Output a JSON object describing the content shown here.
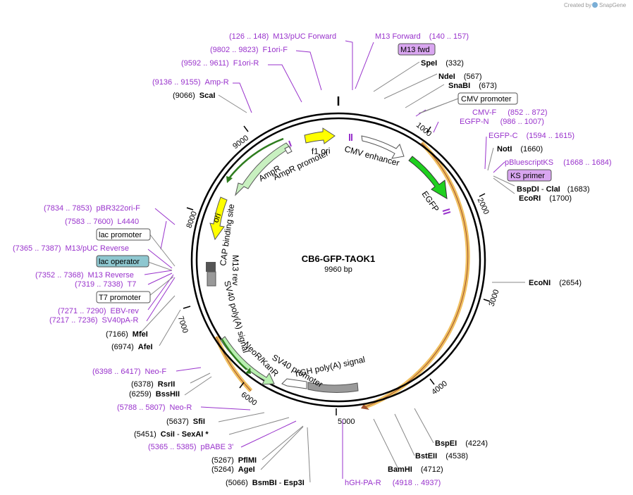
{
  "plasmid": {
    "name": "CB6-GFP-TAOK1",
    "length": "9960 bp"
  },
  "brand": {
    "created_by": "Created by",
    "app": "SnapGene"
  },
  "colors": {
    "primer": "#9933cc",
    "egfp": "#1fd01f",
    "ampr": "#c8f0c0",
    "ori": "#ffff00",
    "f1ori": "#ffff00",
    "cmv": "#ffffff",
    "polya": "#9a9a9a",
    "neor": "#b8f0b0",
    "orange_arc": "#f0c060",
    "lac_operator": "#8ec7d0",
    "ks_primer": "#d9a6f0"
  },
  "ticks": [
    "1000",
    "2000",
    "3000",
    "4000",
    "5000",
    "6000",
    "7000",
    "8000",
    "9000"
  ],
  "features": {
    "egfp": "EGFP",
    "cmv_enhancer": "CMV enhancer",
    "f1_ori": "f1 ori",
    "ampr": "AmpR",
    "ampr_promoter": "AmpR promoter",
    "ori": "ori",
    "cap_site": "CAP binding site",
    "m13_rev": "M13 rev",
    "sv40_polya": "SV40 poly(A) signal",
    "neor": "NeoR/KanR",
    "sv40_promoter": "SV40 promoter",
    "hgh_polya": "hGH poly(A) signal"
  },
  "labels": {
    "m13_pUC_forward": {
      "pos": "(126 .. 148)",
      "name": "M13/pUC Forward"
    },
    "m13_forward": {
      "name": "M13 Forward",
      "pos": "(140 .. 157)"
    },
    "f1ori_f": {
      "pos": "(9802 .. 9823)",
      "name": "F1ori-F"
    },
    "m13_fwd_box": "M13 fwd",
    "f1ori_r": {
      "pos": "(9592 .. 9611)",
      "name": "F1ori-R"
    },
    "spei": {
      "name": "SpeI",
      "pos": "(332)"
    },
    "ndei": {
      "name": "NdeI",
      "pos": "(567)"
    },
    "amp_r": {
      "pos": "(9136 .. 9155)",
      "name": "Amp-R"
    },
    "snabi": {
      "name": "SnaBI",
      "pos": "(673)"
    },
    "scai": {
      "pos": "(9066)",
      "name": "ScaI"
    },
    "cmv_promoter_box": "CMV promoter",
    "cmv_f": {
      "name": "CMV-F",
      "pos": "(852 .. 872)"
    },
    "egfp_n": {
      "name": "EGFP-N",
      "pos": "(986 .. 1007)"
    },
    "egfp_c": {
      "name": "EGFP-C",
      "pos": "(1594 .. 1615)"
    },
    "noti": {
      "name": "NotI",
      "pos": "(1660)"
    },
    "pbluescriptks": {
      "name": "pBluescriptKS",
      "pos": "(1668 .. 1684)"
    },
    "ks_primer_box": "KS primer",
    "bspdi": {
      "name": "BspDI",
      "sep": " - ",
      "name2": "ClaI",
      "pos": "(1683)"
    },
    "ecori": {
      "name": "EcoRI",
      "pos": "(1700)"
    },
    "pbr322ori_f": {
      "pos": "(7834 .. 7853)",
      "name": "pBR322ori-F"
    },
    "l4440": {
      "pos": "(7583 .. 7600)",
      "name": "L4440"
    },
    "lac_promoter_box": "lac promoter",
    "m13_pUC_reverse": {
      "pos": "(7365 .. 7387)",
      "name": "M13/pUC Reverse"
    },
    "lac_operator_box": "lac operator",
    "m13_reverse": {
      "pos": "(7352 .. 7368)",
      "name": "M13 Reverse"
    },
    "t7": {
      "pos": "(7319 .. 7338)",
      "name": "T7"
    },
    "t7_promoter_box": "T7 promoter",
    "ebv_rev": {
      "pos": "(7271 .. 7290)",
      "name": "EBV-rev"
    },
    "sv40pa_r": {
      "pos": "(7217 .. 7236)",
      "name": "SV40pA-R"
    },
    "mfei": {
      "pos": "(7166)",
      "name": "MfeI"
    },
    "afei": {
      "pos": "(6974)",
      "name": "AfeI"
    },
    "econi": {
      "name": "EcoNI",
      "pos": "(2654)"
    },
    "neo_f": {
      "pos": "(6398 .. 6417)",
      "name": "Neo-F"
    },
    "rsrii": {
      "pos": "(6378)",
      "name": "RsrII"
    },
    "bsshii": {
      "pos": "(6259)",
      "name": "BssHII"
    },
    "neo_r": {
      "pos": "(5788 .. 5807)",
      "name": "Neo-R"
    },
    "sfii": {
      "pos": "(5637)",
      "name": "SfiI"
    },
    "csii": {
      "pos": "(5451)",
      "name": "CsiI",
      "sep": " - ",
      "name2": "SexAI *"
    },
    "pbabe3": {
      "pos": "(5365 .. 5385)",
      "name": "pBABE 3'"
    },
    "pflmi": {
      "pos": "(5267)",
      "name": "PflMI"
    },
    "agei": {
      "pos": "(5264)",
      "name": "AgeI"
    },
    "bsmbi": {
      "pos": "(5066)",
      "name": "BsmBI",
      "sep": " - ",
      "name2": "Esp3I"
    },
    "bspei": {
      "name": "BspEI",
      "pos": "(4224)"
    },
    "bsteii": {
      "name": "BstEII",
      "pos": "(4538)"
    },
    "bamhi": {
      "name": "BamHI",
      "pos": "(4712)"
    },
    "hgh_pa_r": {
      "name": "hGH-PA-R",
      "pos": "(4918 .. 4937)"
    }
  }
}
